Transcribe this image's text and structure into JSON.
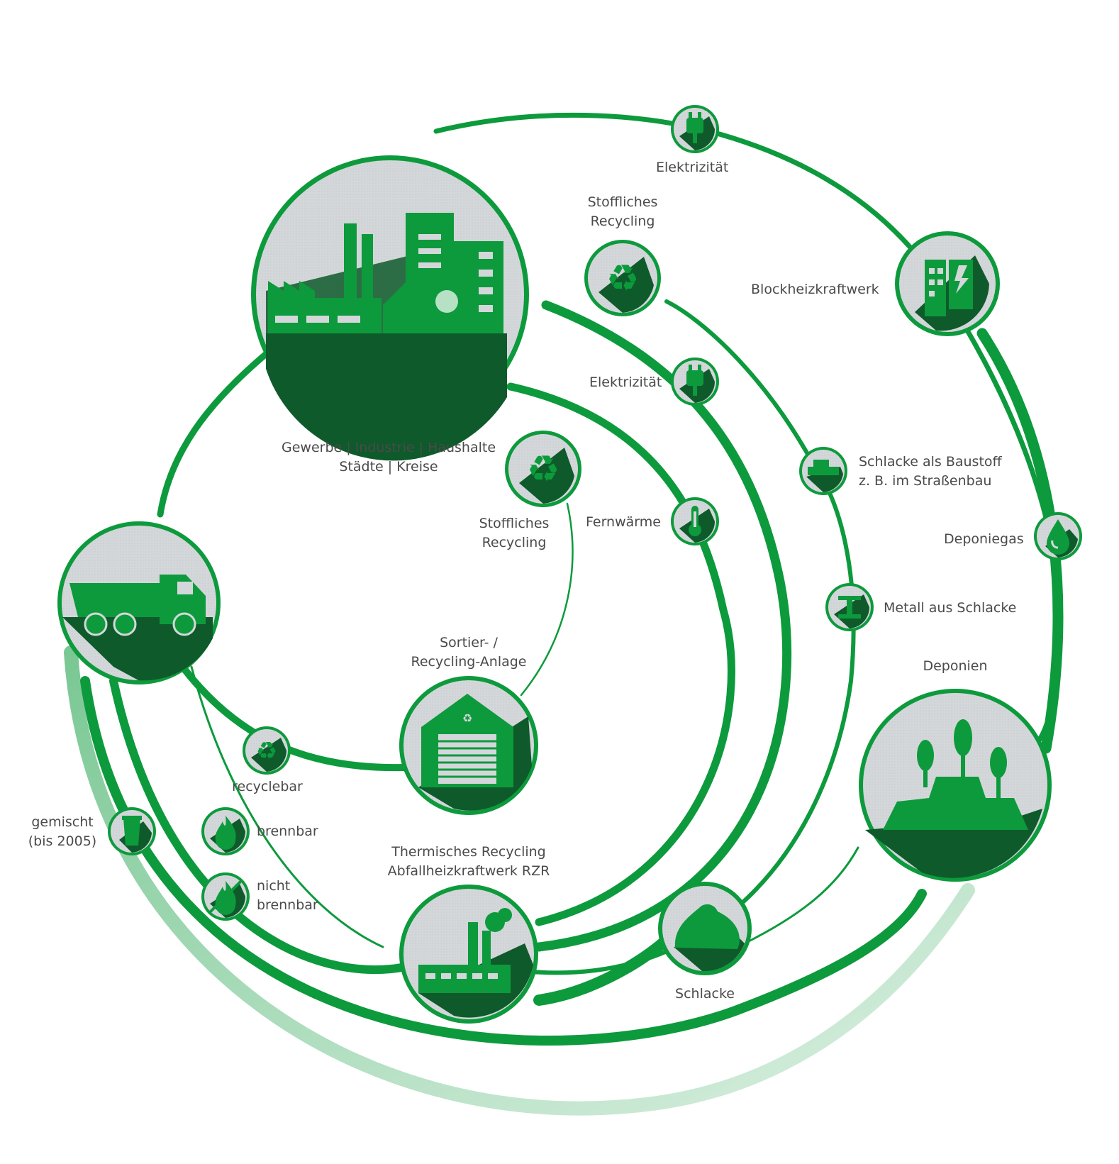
{
  "colors": {
    "green": "#0d9a3c",
    "dark_green": "#0e5a2b",
    "circle_bg": "#d4d7da",
    "light_green": "#9fd0a5",
    "text": "#4a4a4a"
  },
  "nodes": {
    "city": {
      "name": "Gewerbe | Industrie | Haushalte",
      "sub": "Städte | Kreise",
      "icon": "factory-city-icon"
    },
    "truck": {
      "icon": "dump-truck-icon"
    },
    "sorting": {
      "line1": "Sortier- /",
      "line2": "Recycling-Anlage",
      "icon": "recycling-hall-icon"
    },
    "thermal": {
      "line1": "Thermisches Recycling",
      "line2": "Abfallheizkraftwerk RZR",
      "icon": "incineration-plant-icon"
    },
    "landfill": {
      "name": "Deponien",
      "icon": "landfill-icon"
    },
    "chp": {
      "name": "Blockheizkraftwerk",
      "icon": "chp-plant-icon"
    },
    "slag": {
      "name": "Schlacke",
      "icon": "slag-pile-icon"
    }
  },
  "flows": {
    "recyclebar": {
      "label": "recyclebar",
      "icon": "recycle-icon"
    },
    "brennbar": {
      "label": "brennbar",
      "icon": "flame-icon"
    },
    "nicht_brennbar": {
      "line1": "nicht",
      "line2": "brennbar",
      "icon": "no-flame-icon"
    },
    "gemischt": {
      "line1": "gemischt",
      "line2": "(bis 2005)",
      "icon": "waste-bin-icon"
    },
    "recycling_inner": {
      "line1": "Stoffliches",
      "line2": "Recycling",
      "icon": "recycle-icon"
    },
    "recycling_outer": {
      "line1": "Stoffliches",
      "line2": "Recycling",
      "icon": "recycle-icon"
    },
    "fernwaerme": {
      "label": "Fernwärme",
      "icon": "thermometer-icon"
    },
    "elektrizitaet_inner": {
      "label": "Elektrizität",
      "icon": "plug-icon"
    },
    "elektrizitaet_outer": {
      "label": "Elektrizität",
      "icon": "plug-icon"
    },
    "schlacke_baustoff": {
      "line1": "Schlacke als Baustoff",
      "line2": "z. B. im Straßenbau",
      "icon": "paving-icon"
    },
    "metall": {
      "label": "Metall aus Schlacke",
      "icon": "steel-beam-icon"
    },
    "deponiegas": {
      "label": "Deponiegas",
      "icon": "gas-drop-icon"
    }
  }
}
